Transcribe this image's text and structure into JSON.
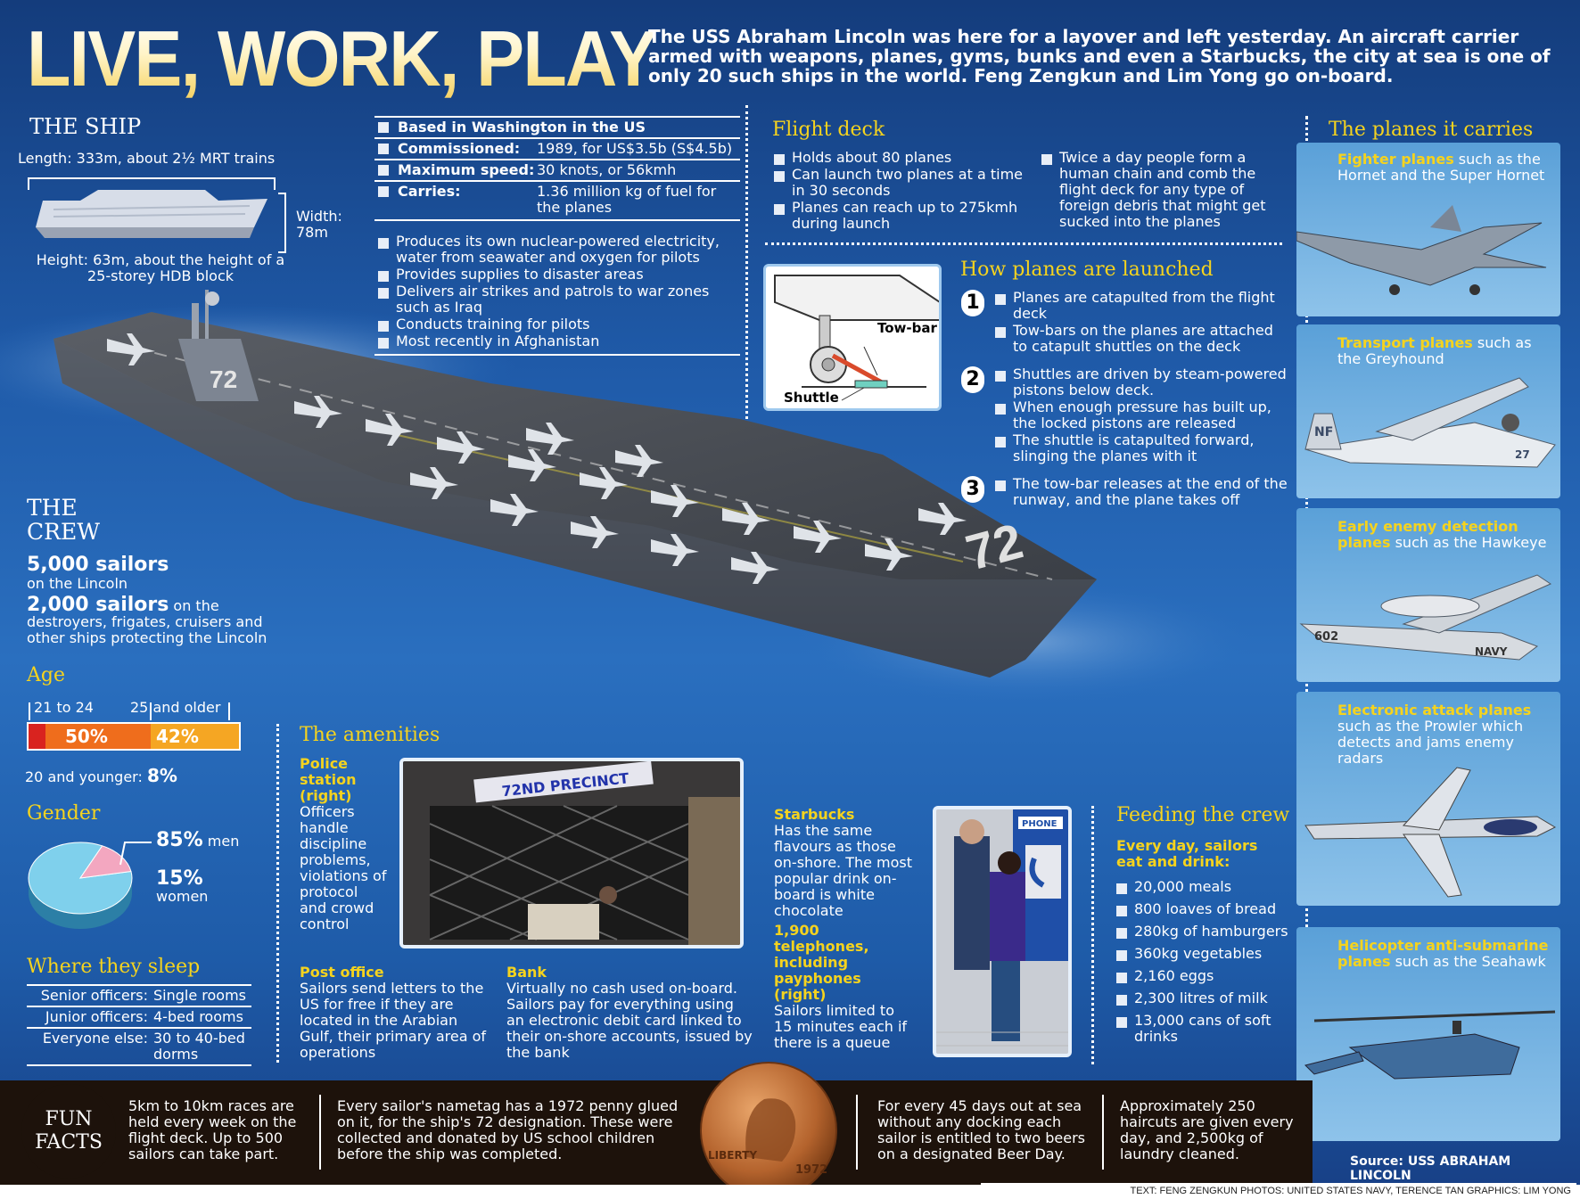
{
  "title": "LIVE, WORK, PLAY",
  "intro": "The USS Abraham Lincoln was here for a layover and left yesterday. An aircraft carrier armed with weapons, planes, gyms, bunks and even a Starbucks, the city at sea is one of only 20 such ships in the world. Feng Zengkun and Lim Yong go on-board.",
  "ship": {
    "heading": "THE SHIP",
    "length": "Length: 333m, about 2½ MRT trains",
    "width": "Width: 78m",
    "height": "Height: 63m, about the height of a 25-storey HDB block",
    "facts": [
      {
        "label": "Based in Washington in the US",
        "value": ""
      },
      {
        "label": "Commissioned:",
        "value": "1989, for US$3.5b (S$4.5b)"
      },
      {
        "label": "Maximum speed:",
        "value": "30 knots, or 56kmh"
      },
      {
        "label": "Carries:",
        "value": "1.36 million kg of fuel for the planes"
      }
    ],
    "capabilities": [
      "Produces its own nuclear-powered electricity, water from seawater and oxygen for pilots",
      "Provides supplies to disaster areas",
      "Delivers air strikes and patrols to war zones such as Iraq",
      "Conducts training for pilots",
      "Most recently in Afghanistan"
    ],
    "hull_number": "72"
  },
  "flight_deck": {
    "heading": "Flight deck",
    "left": [
      "Holds about 80 planes",
      "Can launch two planes at a time in 30 seconds",
      "Planes can reach up to 275kmh during launch"
    ],
    "right": [
      "Twice a day people form a human chain and comb the flight deck for any type of foreign debris that might get sucked into the planes"
    ]
  },
  "launch": {
    "heading": "How planes are launched",
    "towbar_label": "Tow-bar",
    "shuttle_label": "Shuttle",
    "steps": [
      {
        "num": "1",
        "items": [
          "Planes are catapulted from the flight deck",
          "Tow-bars on the planes are attached to catapult shuttles on the deck"
        ]
      },
      {
        "num": "2",
        "items": [
          "Shuttles are driven by steam-powered pistons below deck.",
          "When enough pressure has built up, the locked pistons are released",
          "The shuttle is catapulted forward, slinging the planes with it"
        ]
      },
      {
        "num": "3",
        "items": [
          "The tow-bar releases at the end of the runway, and the plane takes off"
        ]
      }
    ]
  },
  "planes": {
    "heading": "The planes it carries",
    "items": [
      {
        "type": "Fighter planes",
        "desc": " such as the Hornet and the Super Hornet"
      },
      {
        "type": "Transport planes",
        "desc": " such as the Greyhound"
      },
      {
        "type": "Early enemy detection planes",
        "desc": " such as the Hawkeye"
      },
      {
        "type": "Electronic attack planes",
        "desc": " such as the Prowler which detects and jams enemy radars"
      },
      {
        "type": "Helicopter anti-submarine planes",
        "desc": " such as the Seahawk"
      }
    ],
    "source": "Source: USS ABRAHAM LINCOLN",
    "markings": {
      "transport_tail": "NF",
      "transport_nose": "27",
      "hawkeye_nose": "602",
      "hawkeye_tail": "NAVY"
    }
  },
  "crew": {
    "heading": "THE CREW",
    "sailors_1_num": "5,000 sailors",
    "sailors_1_text": "on the Lincoln",
    "sailors_2_num": "2,000 sailors",
    "sailors_2_text": " on the destroyers, frigates, cruisers and other ships protecting the Lincoln",
    "age_heading": "Age",
    "age_label_1": "21 to 24",
    "age_label_2": "25 and older",
    "age_pct_1": "50%",
    "age_pct_2": "42%",
    "age_young_label": "20 and younger: ",
    "age_young_pct": "8%",
    "age_shares": [
      0.08,
      0.5,
      0.42
    ],
    "age_colors": [
      "#d9231f",
      "#ef6d1c",
      "#f5a623"
    ],
    "gender_heading": "Gender",
    "men_pct": "85%",
    "men_label": " men",
    "women_pct": "15%",
    "women_label": "women",
    "gender_shares": [
      0.85,
      0.15
    ],
    "gender_colors": [
      "#7fd0ec",
      "#f3a7c0"
    ],
    "sleep_heading": "Where they sleep",
    "sleep": [
      {
        "who": "Senior officers:",
        "where": "Single rooms"
      },
      {
        "who": "Junior officers:",
        "where": "4-bed rooms"
      },
      {
        "who": "Everyone else:",
        "where": "30 to 40-bed dorms"
      }
    ]
  },
  "amenities": {
    "heading": "The amenities",
    "police_title": "Police station (right)",
    "police_text": "Officers handle discipline problems, violations of protocol and crowd control",
    "precinct_sign": "72ND PRECINCT",
    "post_title": "Post office",
    "post_text": "Sailors send letters to the US for free if they are located in the Arabian Gulf, their primary area of operations",
    "bank_title": "Bank",
    "bank_text": "Virtually no cash used on-board. Sailors pay for everything using an electronic debit card linked to their on-shore accounts, issued by the bank",
    "starbucks_title": "Starbucks",
    "starbucks_text": "Has the same flavours as those on-shore. The most popular drink on-board is white chocolate",
    "phones_title": "1,900 telephones, including payphones (right)",
    "phones_text": "Sailors limited to 15 minutes each if there is a queue",
    "phone_sign": "PHONE"
  },
  "feeding": {
    "heading": "Feeding the crew",
    "subheading": "Every day, sailors eat and drink:",
    "items": [
      "20,000 meals",
      "800 loaves of bread",
      "280kg of hamburgers",
      "360kg vegetables",
      "2,160 eggs",
      "2,300 litres of milk",
      "13,000 cans of soft drinks"
    ]
  },
  "fun": {
    "label_1": "FUN",
    "label_2": "FACTS",
    "facts": [
      "5km to 10km races are held every week on the flight deck. Up to 500 sailors can take part.",
      "Every sailor's nametag has a 1972 penny glued on it, for the ship's 72 designation. These were collected and donated by US school children before the ship was completed.",
      "For every 45 days out at sea without any docking each sailor is entitled to two beers on a designated Beer Day.",
      "Approximately 250 haircuts are given every day, and 2,500kg of laundry cleaned."
    ],
    "penny_liberty": "LIBERTY",
    "penny_year": "1972"
  },
  "credits": "TEXT: FENG ZENGKUN   PHOTOS: UNITED STATES NAVY, TERENCE TAN   GRAPHICS: LIM YONG"
}
